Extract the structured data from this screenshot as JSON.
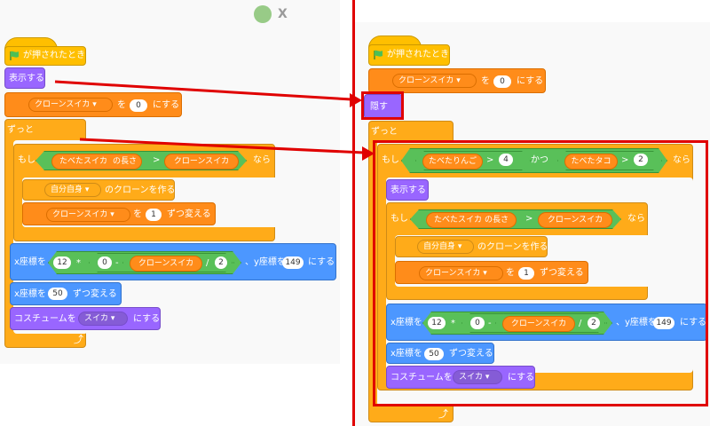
{
  "sprite_label": "X",
  "left": {
    "hat": {
      "label": "が押されたとき"
    },
    "show": {
      "label": "表示する"
    },
    "set_var": {
      "var": "クローンスイカ",
      "op": "を",
      "value": "0",
      "tail": "にする"
    },
    "forever": {
      "label": "ずっと"
    },
    "if": {
      "kw": "もし",
      "cond_reporter": "たべたスイカ",
      "cond_op": "の長さ",
      "gt": ">",
      "rhs": "クローンスイカ",
      "then": "なら"
    },
    "clone": {
      "target": "自分自身",
      "tail": "のクローンを作る"
    },
    "change_var": {
      "var": "クローンスイカ",
      "op": "を",
      "value": "1",
      "tail": "ずつ変える"
    },
    "setx": {
      "label": "x座標を",
      "a": "12",
      "mul": "*",
      "b": "0",
      "minus": "-",
      "c": "クローンスイカ",
      "div": "/",
      "d": "2",
      "sep": "、y座標を",
      "y": "149",
      "tail": "にする"
    },
    "changex": {
      "label": "x座標を",
      "value": "50",
      "tail": "ずつ変える"
    },
    "costume": {
      "label": "コスチュームを",
      "value": "スイカ",
      "tail": "にする"
    },
    "loop_arrow": "⤴"
  },
  "right": {
    "hat": {
      "label": "が押されたとき"
    },
    "set_var": {
      "var": "クローンスイカ",
      "op": "を",
      "value": "0",
      "tail": "にする"
    },
    "hide": {
      "label": "隠す"
    },
    "forever": {
      "label": "ずっと"
    },
    "if_outer": {
      "kw": "もし",
      "a_var": "たべたりんご",
      "gt1": ">",
      "a_val": "4",
      "and": "かつ",
      "b_var": "たべたタコ",
      "gt2": ">",
      "b_val": "2",
      "then": "なら"
    },
    "show": {
      "label": "表示する"
    },
    "if_inner": {
      "kw": "もし",
      "cond_reporter": "たべたスイカ",
      "cond_op": "の長さ",
      "gt": ">",
      "rhs": "クローンスイカ",
      "then": "なら"
    },
    "clone": {
      "target": "自分自身",
      "tail": "のクローンを作る"
    },
    "change_var": {
      "var": "クローンスイカ",
      "op": "を",
      "value": "1",
      "tail": "ずつ変える"
    },
    "setx": {
      "label": "x座標を",
      "a": "12",
      "mul": "*",
      "b": "0",
      "minus": "-",
      "c": "クローンスイカ",
      "div": "/",
      "d": "2",
      "sep": "、y座標を",
      "y": "149",
      "tail": "にする"
    },
    "changex": {
      "label": "x座標を",
      "value": "50",
      "tail": "ずつ変える"
    },
    "costume": {
      "label": "コスチュームを",
      "value": "スイカ",
      "tail": "にする"
    },
    "loop_arrow": "⤴"
  },
  "colors": {
    "annotation": "#e00000",
    "events": "#ffbf00",
    "looks": "#9966ff",
    "variables": "#ff8c1a",
    "control": "#ffab19",
    "motion": "#4c97ff",
    "operators": "#59c059"
  }
}
